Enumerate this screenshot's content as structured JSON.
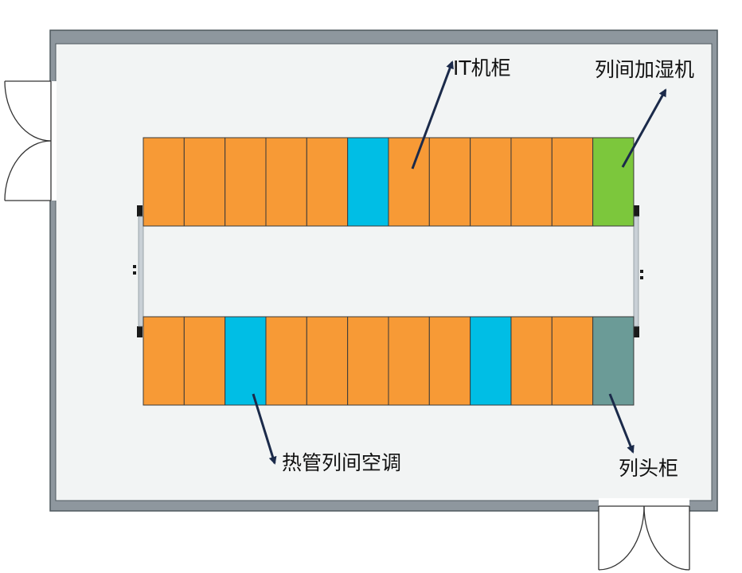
{
  "diagram": {
    "labels": {
      "it_cabinet": "IT机柜",
      "humidifier": "列间加湿机",
      "heat_pipe_ac": "热管列间空调",
      "head_cabinet": "列头柜"
    },
    "top_row": [
      "it",
      "it",
      "it",
      "it",
      "it",
      "ac",
      "it",
      "it",
      "it",
      "it",
      "it",
      "humidifier"
    ],
    "bottom_row": [
      "it",
      "it",
      "ac",
      "it",
      "it",
      "it",
      "it",
      "it",
      "ac",
      "it",
      "it",
      "head_cabinet"
    ],
    "colors": {
      "it": "#F79A36",
      "ac": "#00BEE5",
      "humidifier": "#7CC73C",
      "head_cabinet": "#6B9B97",
      "room_fill": "#F2F4F4",
      "wall": "#5F6B73",
      "arrow": "#1B2A4A",
      "aisle_door": "#C9D0D6"
    }
  }
}
